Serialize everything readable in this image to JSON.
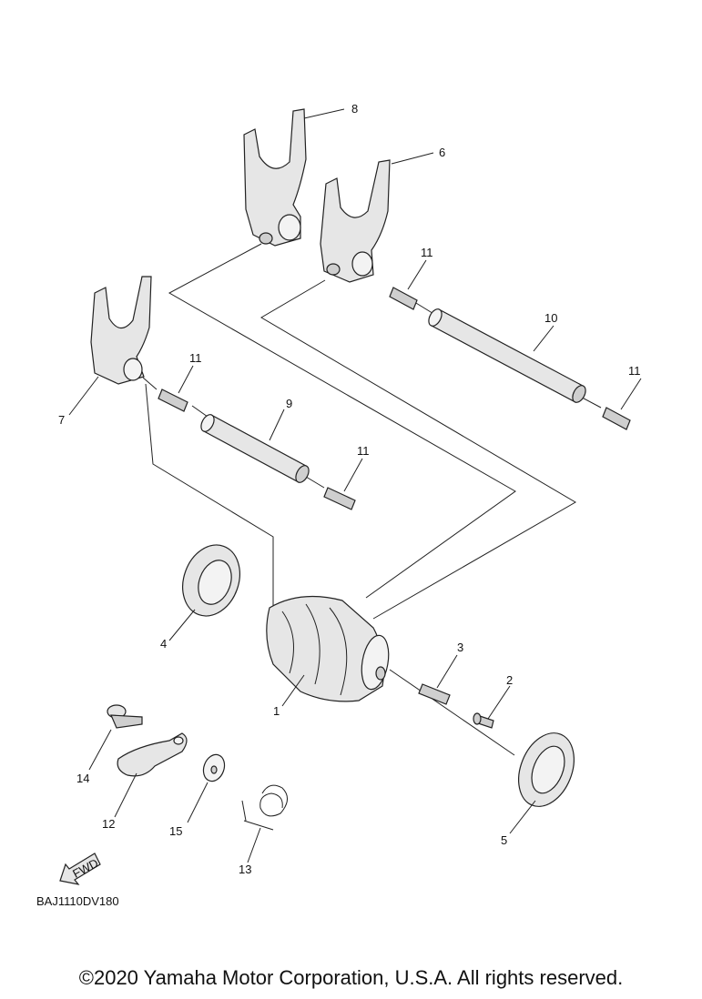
{
  "callouts": {
    "c1": "1",
    "c2": "2",
    "c3": "3",
    "c4": "4",
    "c5": "5",
    "c6": "6",
    "c7": "7",
    "c8": "8",
    "c9": "9",
    "c10": "10",
    "c11a": "11",
    "c11b": "11",
    "c11c": "11",
    "c11d": "11",
    "c12": "12",
    "c13": "13",
    "c14": "14",
    "c15": "15"
  },
  "fwd_label": "FWD",
  "diagram_code": "BAJ1110DV180",
  "copyright": "©2020 Yamaha Motor Corporation, U.S.A. All rights reserved."
}
